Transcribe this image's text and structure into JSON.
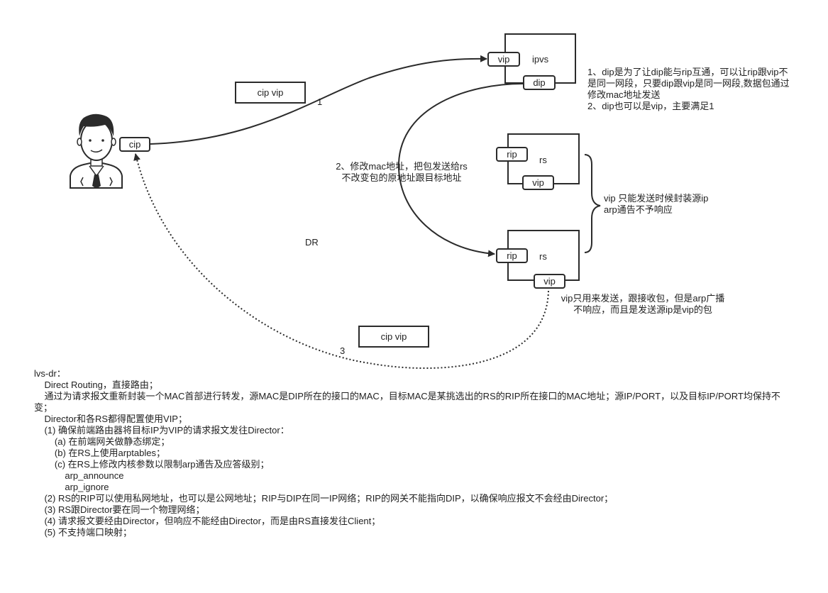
{
  "diagram": {
    "cip": "cip",
    "director": {
      "vip": "vip",
      "name": "ipvs",
      "dip": "dip"
    },
    "rs1": {
      "rip": "rip",
      "name": "rs",
      "vip": "vip"
    },
    "rs2": {
      "rip": "rip",
      "name": "rs",
      "vip": "vip"
    },
    "msg1": "cip vip",
    "msg3": "cip vip",
    "arrow1_label": "1",
    "arrow3_label": "3",
    "mode_label": "DR",
    "step2_line1": "2、修改mac地址，把包发送给rs",
    "step2_line2": "不改变包的原地址跟目标地址",
    "dip_note_line1": "1、dip是为了让dip能与rip互通，可以让rip跟vip不",
    "dip_note_line2": "是同一网段，只要dip跟vip是同一网段,数据包通过",
    "dip_note_line3": "修改mac地址发送",
    "dip_note_line4": "2、dip也可以是vip，主要满足1",
    "brace_note_line1": "vip 只能发送时候封装源ip",
    "brace_note_line2": "arp通告不予响应",
    "vip_note_line1": "vip只用来发送，跟接收包，但是arp广播",
    "vip_note_line2": "不响应，而且是发送源ip是vip的包"
  },
  "notes": [
    "lvs-dr：",
    "    Direct Routing，直接路由；",
    "    通过为请求报文重新封装一个MAC首部进行转发，源MAC是DIP所在的接口的MAC，目标MAC是某挑选出的RS的RIP所在接口的MAC地址；源IP/PORT，以及目标IP/PORT均保持不",
    "变；",
    "    Director和各RS都得配置使用VIP；",
    "    (1) 确保前端路由器将目标IP为VIP的请求报文发往Director：",
    "        (a) 在前端网关做静态绑定；",
    "        (b) 在RS上使用arptables；",
    "        (c) 在RS上修改内核参数以限制arp通告及应答级别；",
    "            arp_announce",
    "            arp_ignore",
    "    (2) RS的RIP可以使用私网地址，也可以是公网地址；RIP与DIP在同一IP网络；RIP的网关不能指向DIP，以确保响应报文不会经由Director；",
    "    (3) RS跟Director要在同一个物理网络；",
    "    (4) 请求报文要经由Director，但响应不能经由Director，而是由RS直接发往Client；",
    "    (5) 不支持端口映射；"
  ]
}
